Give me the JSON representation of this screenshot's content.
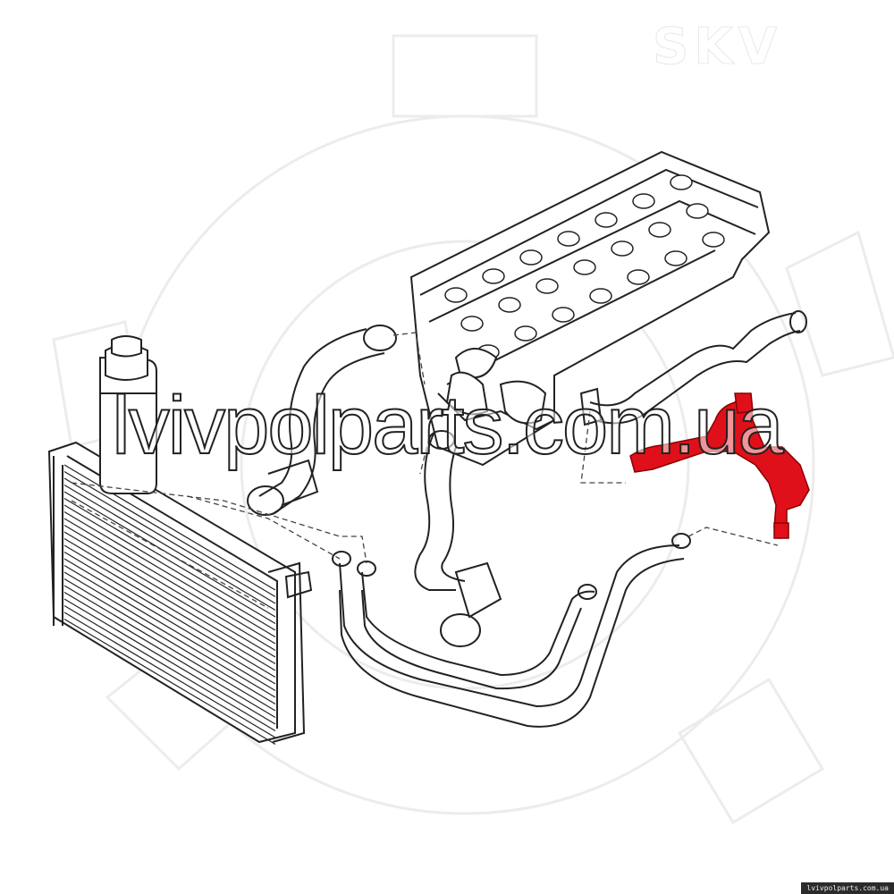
{
  "watermark": {
    "text": "lvivpolparts.com.ua"
  },
  "logo": {
    "text": "SKV"
  },
  "footer": {
    "text": "lvivpolparts.com.ua"
  },
  "colors": {
    "line": "#222222",
    "highlight": "#e0101a",
    "background": "#ffffff",
    "faint": "#ececec"
  }
}
